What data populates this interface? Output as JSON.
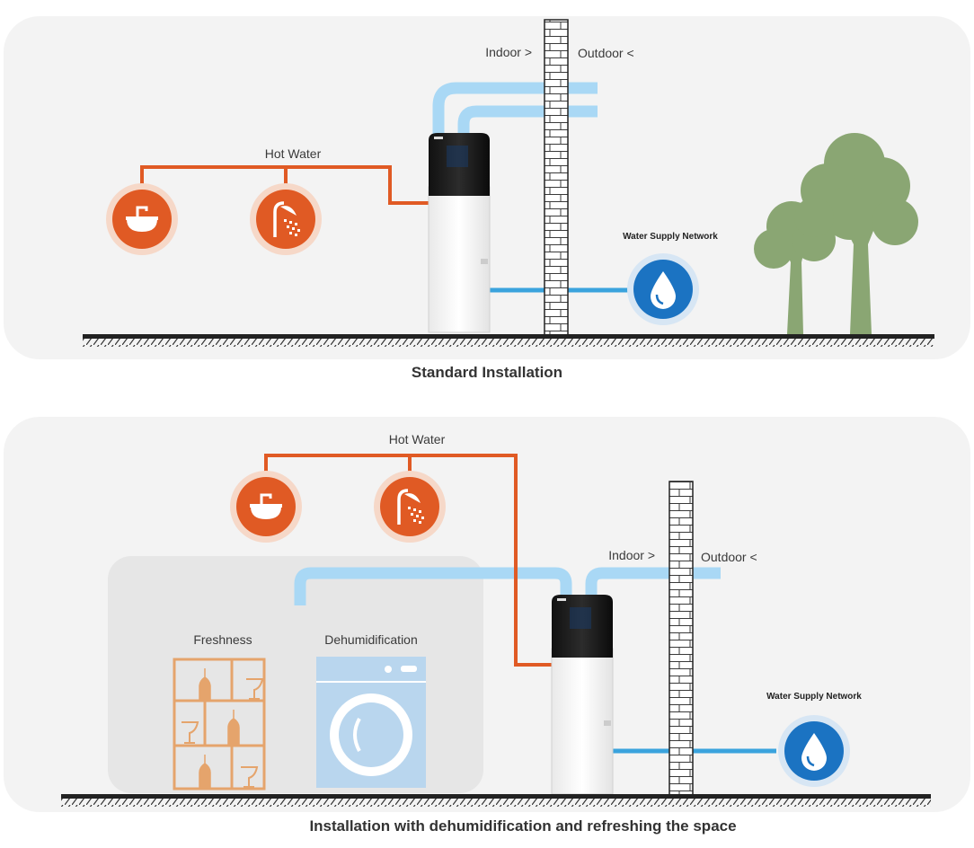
{
  "panels": [
    {
      "caption": "Standard Installation",
      "hot_water_label": "Hot Water",
      "indoor_label": "Indoor >",
      "outdoor_label": "Outdoor <",
      "water_supply_label": "Water Supply Network"
    },
    {
      "caption": "Installation with dehumidification and refreshing the space",
      "hot_water_label": "Hot Water",
      "indoor_label": "Indoor >",
      "outdoor_label": "Outdoor <",
      "water_supply_label": "Water Supply Network",
      "freshness_label": "Freshness",
      "dehumidification_label": "Dehumidification"
    }
  ],
  "colors": {
    "panel_bg": "#f3f3f3",
    "hot_pipe": "#e05a24",
    "air_duct": "#a9d8f5",
    "cold_pipe": "#3aa3dd",
    "drop_blue": "#1b73c2",
    "tree_green": "#8aa673",
    "shelf_tan": "#e5a46c",
    "washer_blue": "#b9d6ee"
  },
  "icons": [
    "sink-icon",
    "shower-icon",
    "water-drop-icon",
    "tree-icon",
    "wine-shelf-icon",
    "washing-machine-icon",
    "heat-pump-unit",
    "brick-wall"
  ]
}
